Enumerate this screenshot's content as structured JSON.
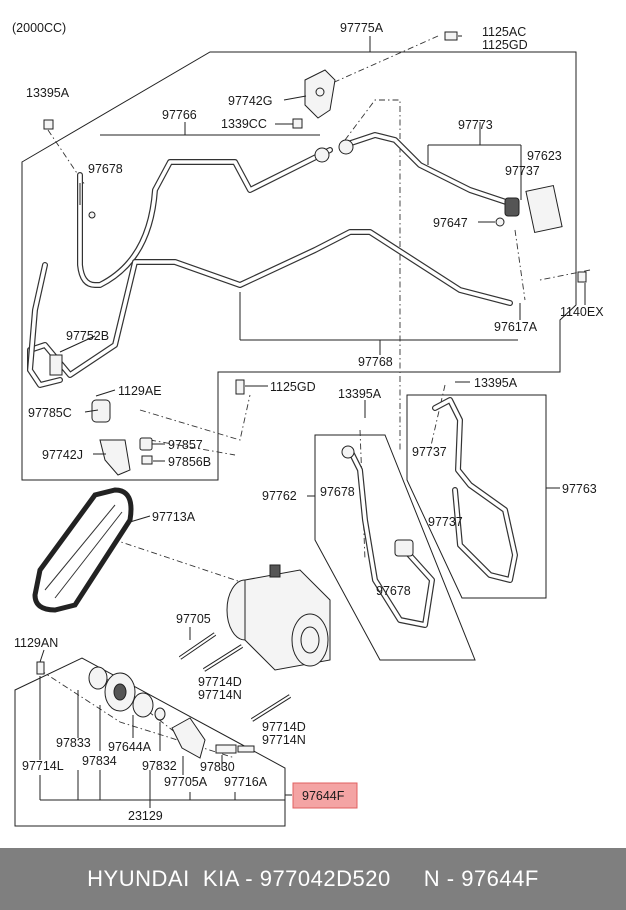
{
  "diagram": {
    "engine_note": "(2000CC)",
    "labels": {
      "p97775A": "97775A",
      "p1125AC": "1125AC",
      "p1125GD_top": "1125GD",
      "p13395A_left": "13395A",
      "p97742G": "97742G",
      "p97766": "97766",
      "p1339CC": "1339CC",
      "p97773": "97773",
      "p97678_top": "97678",
      "p97623": "97623",
      "p97737_top": "97737",
      "p97647": "97647",
      "p1140EX": "1140EX",
      "p97617A": "97617A",
      "p97752B": "97752B",
      "p97768": "97768",
      "p1129AE": "1129AE",
      "p1125GD_mid": "1125GD",
      "p13395A_mid": "13395A",
      "p13395A_right": "13395A",
      "p97785C": "97785C",
      "p97857": "97857",
      "p97742J": "97742J",
      "p97856B": "97856B",
      "p97737_r1": "97737",
      "p97762": "97762",
      "p97678_mid": "97678",
      "p97763": "97763",
      "p97737_r2": "97737",
      "p97713A": "97713A",
      "p97678_low": "97678",
      "p97705_top": "97705",
      "p1129AN": "1129AN",
      "p97714D_a": "97714D",
      "p97714N_a": "97714N",
      "p97714D_b": "97714D",
      "p97714N_b": "97714N",
      "p97833": "97833",
      "p97644A": "97644A",
      "p97714L": "97714L",
      "p97834": "97834",
      "p97832": "97832",
      "p97830": "97830",
      "p97705A": "97705A",
      "p97716A": "97716A",
      "p97644F": "97644F",
      "p23129": "23129"
    }
  },
  "footer": {
    "text": "HYUNDAI  KIA - 977042D520     N - 97644F"
  },
  "colors": {
    "highlight": "#f4a4a4",
    "footer_bg": "#7f7f7f"
  }
}
